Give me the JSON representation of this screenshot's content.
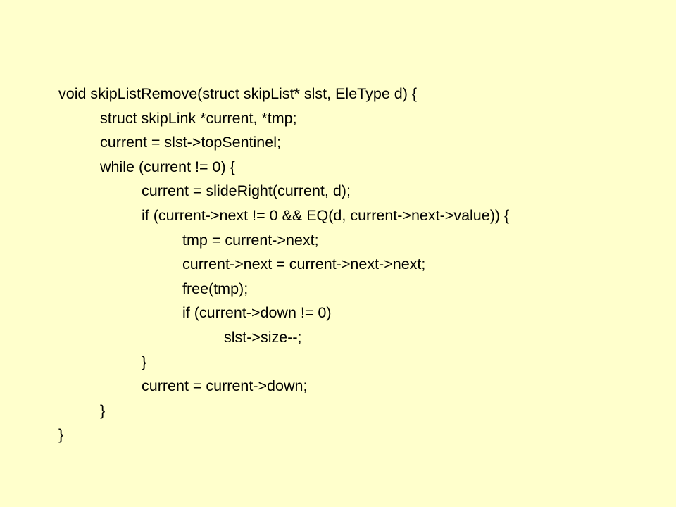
{
  "slide": {
    "background_color": "#FFFFCC",
    "code_lines": [
      "void skipListRemove(struct skipList* slst, EleType d) {",
      "struct skipLink *current, *tmp;",
      "current = slst->topSentinel;",
      "while (current != 0) {",
      "current = slideRight(current, d);",
      "if (current->next != 0 && EQ(d, current->next->value)) {",
      "tmp = current->next;",
      "current->next = current->next->next;",
      "free(tmp);",
      "if (current->down != 0)",
      "slst->size--;",
      "}",
      "current = current->down;",
      "}",
      "}"
    ]
  }
}
